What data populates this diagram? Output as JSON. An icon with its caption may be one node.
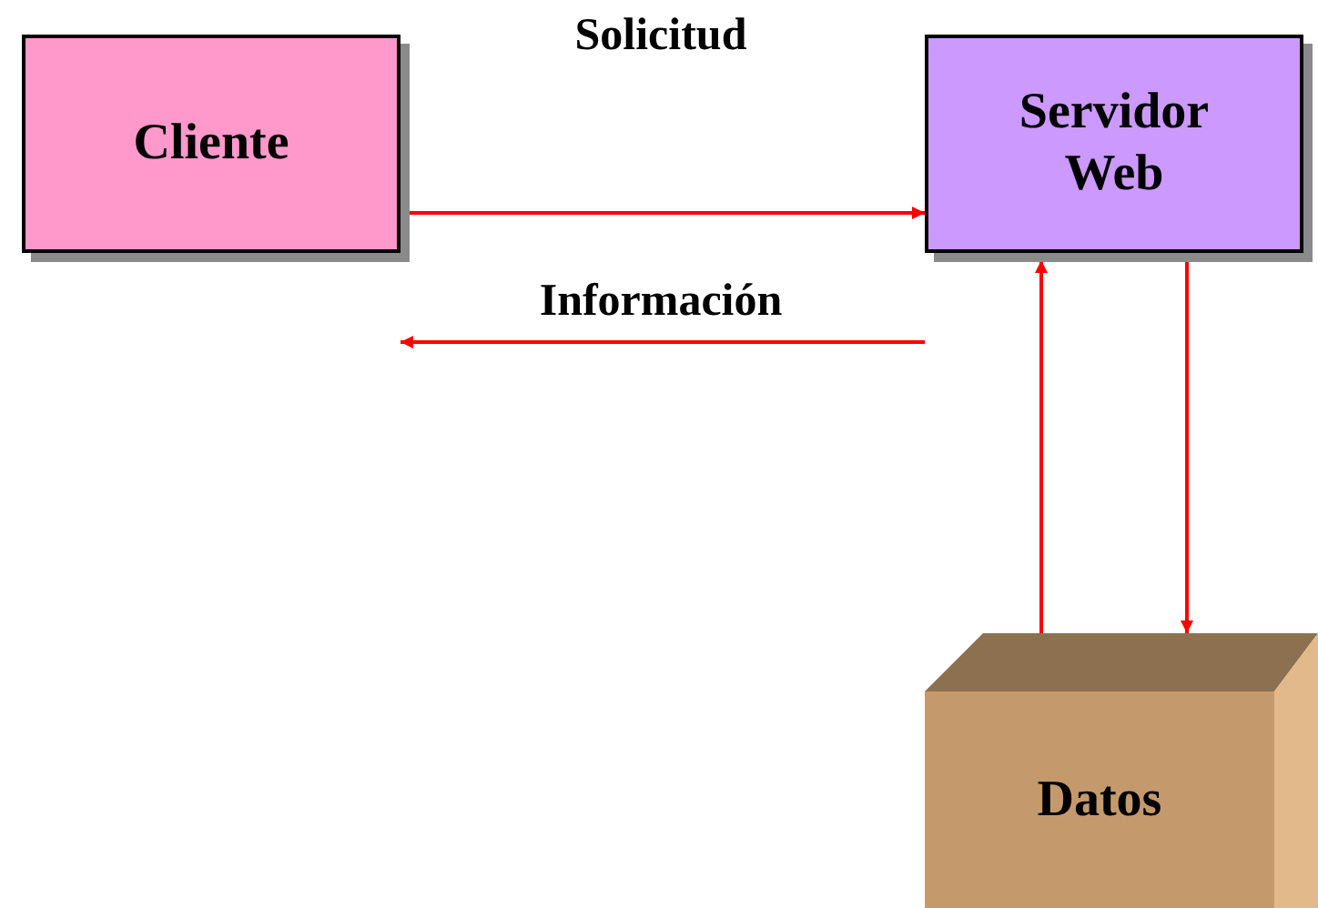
{
  "diagram": {
    "nodes": [
      {
        "text": [
          "Cliente"
        ]
      },
      {
        "text": [
          "Servidor Web"
        ]
      },
      {
        "text": [
          "Datos"
        ]
      }
    ],
    "edges": [
      {
        "from": 0,
        "to": 1,
        "arrow": "to",
        "label": "Solicitud"
      },
      {
        "from": 1,
        "to": 0,
        "arrow": "to",
        "label": "Información"
      },
      {
        "from": 2,
        "to": 1,
        "arrow": "to"
      },
      {
        "from": 1,
        "to": 2,
        "arrow": "to"
      }
    ]
  }
}
